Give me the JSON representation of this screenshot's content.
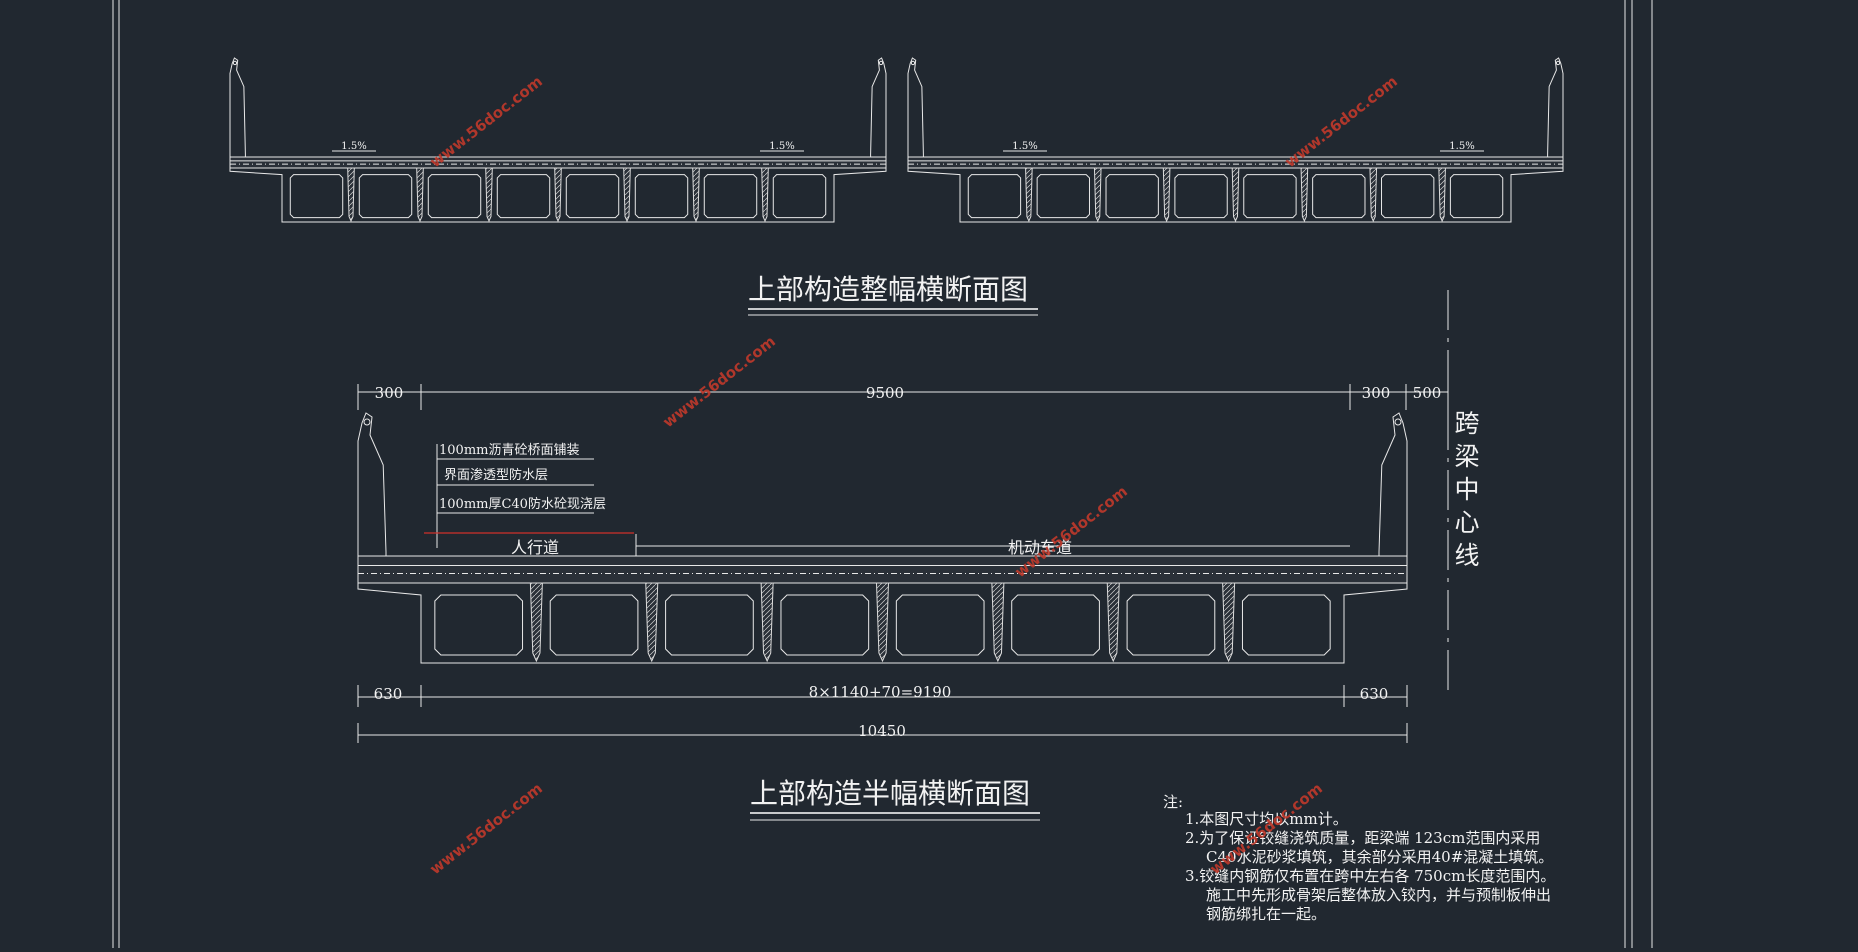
{
  "drawing": {
    "title_full": "上部构造整幅横断面图",
    "title_half": "上部构造半幅横断面图",
    "span_centerline_label": "跨梁中心线",
    "slope_label": "1.5%"
  },
  "dimensions": {
    "top_left": "300",
    "top_main": "9500",
    "top_right": "300",
    "top_extra": "500",
    "bottom_left": "630",
    "bottom_main": "8×1140+70=9190",
    "bottom_right": "630",
    "total": "10450"
  },
  "layers": [
    "100mm沥青砼桥面铺装",
    "界面渗透型防水层",
    "100mm厚C40防水砼现浇层"
  ],
  "lanes": {
    "sidewalk": "人行道",
    "motor": "机动车道"
  },
  "notes": {
    "heading": "注:",
    "lines": [
      "1.本图尺寸均以mm计。",
      "2.为了保证铰缝浇筑质量，距梁端 123cm范围内采用",
      "C40水泥砂浆填筑，其余部分采用40#混凝土填筑。",
      "3.铰缝内钢筋仅布置在跨中左右各 750cm长度范围内。",
      "施工中先形成骨架后整体放入铰内，并与预制板伸出",
      "钢筋绑扎在一起。"
    ]
  },
  "watermark": "www.56doc.com",
  "colors": {
    "background": "#212830",
    "line": "#e8e8e8",
    "watermark": "#c0392b",
    "red_line": "#d0302a"
  }
}
